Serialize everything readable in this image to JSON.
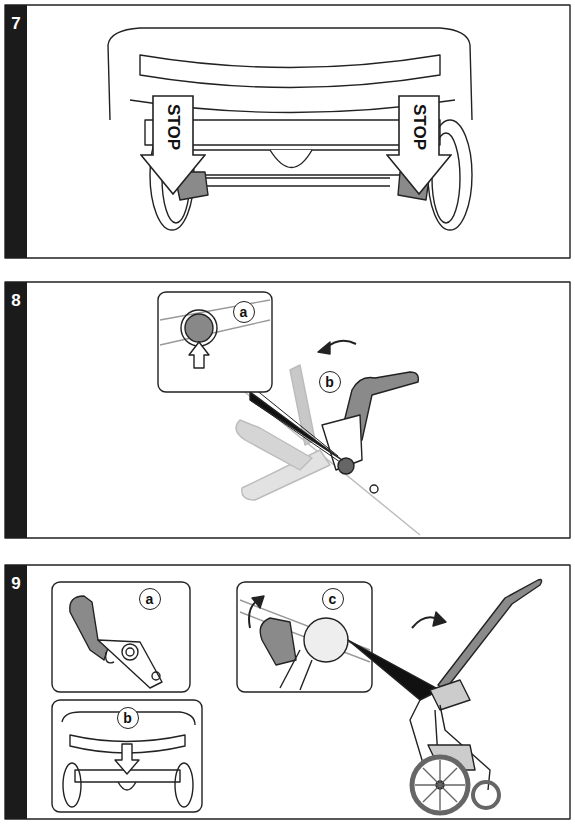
{
  "diagram": {
    "nodes": [
      {
        "text": [
          "7"
        ]
      },
      {
        "text": [
          "STOP"
        ]
      },
      {
        "text": [
          "STOP"
        ]
      },
      {
        "text": [
          "8"
        ]
      },
      {
        "text": [
          "a"
        ]
      },
      {
        "text": [
          "b"
        ]
      },
      {
        "text": [
          "9"
        ]
      },
      {
        "text": [
          "a"
        ]
      },
      {
        "text": [
          "b"
        ]
      },
      {
        "text": [
          "c"
        ]
      }
    ]
  }
}
